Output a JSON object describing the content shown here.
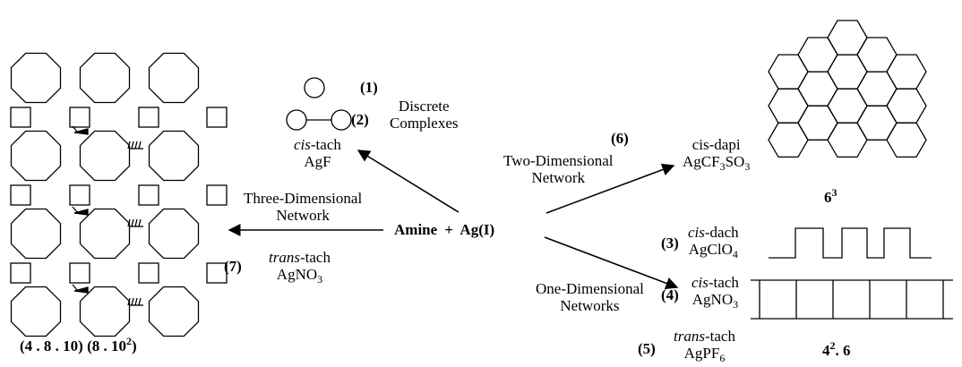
{
  "center": {
    "amine": "Amine",
    "plus": "+",
    "silver": "Ag(I)"
  },
  "three_d": {
    "label_line1": "Three-Dimensional",
    "label_line2": "Network",
    "number": "(7)",
    "ligand_prefix": "trans",
    "ligand_suffix": "-tach",
    "salt_base": "AgNO",
    "salt_sub": "3",
    "topology_a": "(4 . 8 . 10) (8 . 10",
    "topology_sup": "2",
    "topology_b": ")"
  },
  "discrete": {
    "label_line1": "Discrete",
    "label_line2": "Complexes",
    "num1": "(1)",
    "num2": "(2)",
    "ligand_prefix": "cis",
    "ligand_suffix": "-tach",
    "salt": "AgF"
  },
  "two_d": {
    "label_line1": "Two-Dimensional",
    "label_line2": "Network",
    "number": "(6)",
    "ligand": "cis-dapi",
    "salt_base": "AgCF",
    "salt_sub1": "3",
    "salt_mid": "SO",
    "salt_sub2": "3",
    "topology_base": "6",
    "topology_sup": "3"
  },
  "one_d": {
    "label_line1": "One-Dimensional",
    "label_line2": "Networks",
    "items": [
      {
        "number": "(3)",
        "ligand_prefix": "cis",
        "ligand_suffix": "-dach",
        "salt_base": "AgClO",
        "salt_sub": "4"
      },
      {
        "number": "(4)",
        "ligand_prefix": "cis",
        "ligand_suffix": "-tach",
        "salt_base": "AgNO",
        "salt_sub": "3"
      },
      {
        "number": "(5)",
        "ligand_prefix": "trans",
        "ligand_suffix": "-tach",
        "salt_base": "AgPF",
        "salt_sub": "6"
      }
    ],
    "topology_base": "4",
    "topology_sup": "2",
    "topology_b": ". 6"
  }
}
